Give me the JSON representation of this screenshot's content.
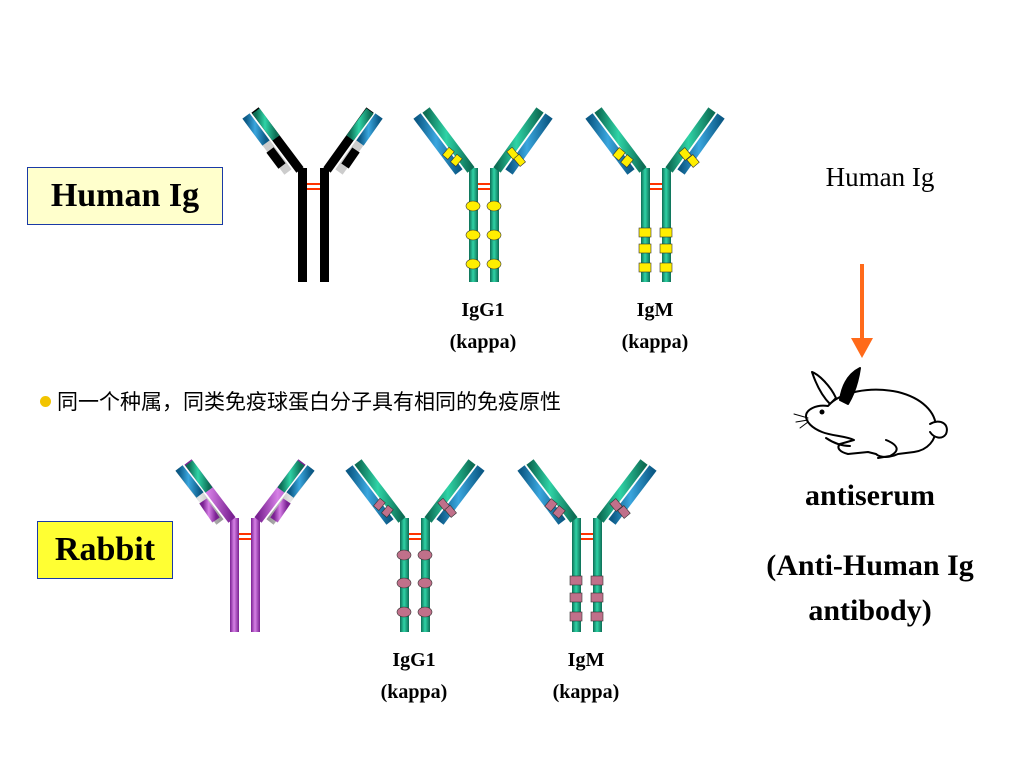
{
  "labels": {
    "human_box": "Human Ig",
    "rabbit_box": "Rabbit",
    "human_ig_text": "Human Ig",
    "bullet_text": "同一个种属，同类免疫球蛋白分子具有相同的免疫原性",
    "antiserum": "antiserum",
    "anti_human_line1": "(Anti-Human Ig",
    "anti_human_line2": "antibody)"
  },
  "captions": {
    "human_igg1_1": "IgG1",
    "human_igg1_2": "(kappa)",
    "human_igm_1": "IgM",
    "human_igm_2": "(kappa)",
    "rabbit_igg1_1": "IgG1",
    "rabbit_igg1_2": "(kappa)",
    "rabbit_igm_1": "IgM",
    "rabbit_igm_2": "(kappa)"
  },
  "colors": {
    "box_border": "#1a3aa6",
    "human_box_fill": "#ffffcc",
    "rabbit_box_fill": "#ffff33",
    "heavy_chain_green": "#19a07e",
    "light_chain_blue": "#1b7fb0",
    "human_generic": "#000000",
    "rabbit_generic": "#a63db8",
    "hinge": "#ff3300",
    "human_domain": "#ffee00",
    "rabbit_domain": "#c0708a",
    "arrow": "#ff6a1a",
    "bullet": "#f2c400"
  }
}
